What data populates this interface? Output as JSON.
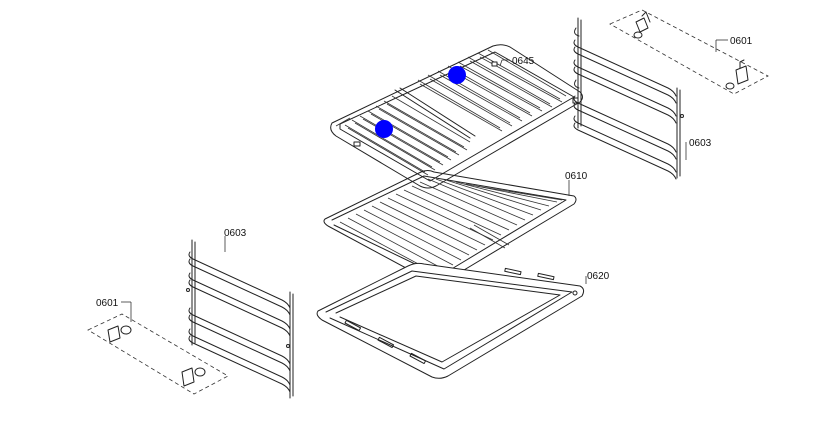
{
  "labels": {
    "p0601_right": "0601",
    "p0601_left": "0601",
    "p0603_right": "0603",
    "p0603_left": "0603",
    "p0610": "0610",
    "p0620": "0620",
    "p0645": "0645"
  },
  "colors": {
    "line": "#222222",
    "marker": "#0000ff",
    "background": "#ffffff"
  }
}
